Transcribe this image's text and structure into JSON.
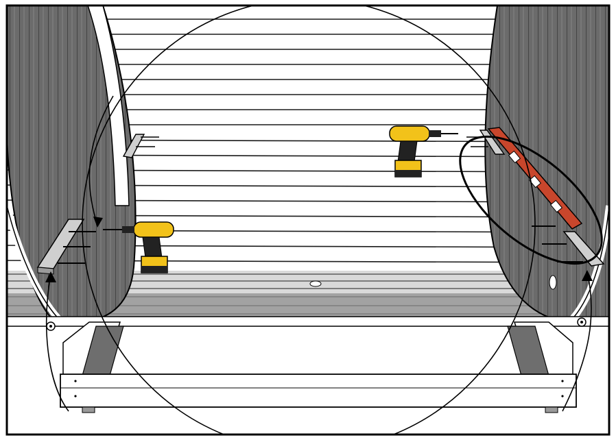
{
  "figure": {
    "description_labels": [],
    "components": {
      "left_barrel_wall": "barrel-wall",
      "right_barrel_wall": "barrel-wall",
      "back_wall": "horizontal-board-wall",
      "floor": "floor-boards",
      "cradle": "cradle-stand",
      "left_support_bracket": "support-bracket",
      "upper_left_bracket": "support-bracket",
      "upper_right_bracket": "support-bracket",
      "right_lower_bracket": "support-bracket",
      "level_tool": "spirit-level",
      "drill_left": "cordless-drill",
      "drill_right": "cordless-drill",
      "highlight": "ellipse-callout"
    },
    "colors": {
      "outline": "#000000",
      "wood_dark": "#5f5f5f",
      "wood_mid": "#8a8a8a",
      "board_light": "#ffffff",
      "floor_gray": "#9a9a9a",
      "bracket_gray": "#b8b8b8",
      "drill_yellow": "#f2c21a",
      "drill_black": "#222222",
      "level_red": "#c8462c"
    }
  }
}
